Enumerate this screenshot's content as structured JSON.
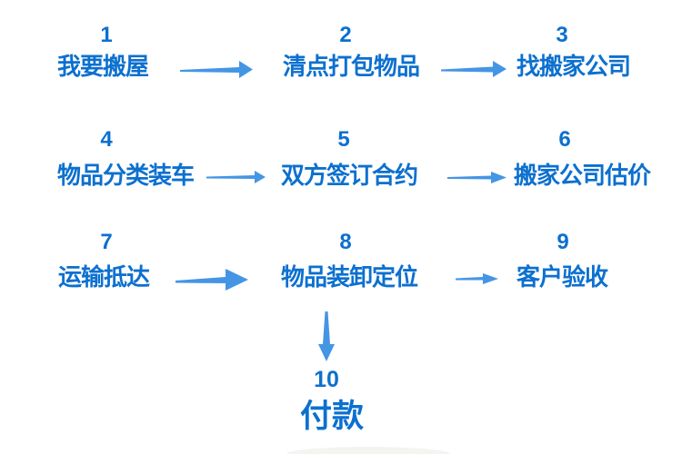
{
  "page": {
    "type": "flowchart",
    "topic": "house-moving process",
    "language": "zh",
    "background": "#FFFFFF"
  },
  "colors": {
    "step_text": "#0C70CF",
    "arrow": "#4595E5"
  },
  "steps": [
    {
      "num": "1",
      "label": "我要搬屋"
    },
    {
      "num": "2",
      "label": "清点打包物品"
    },
    {
      "num": "3",
      "label": "找搬家公司"
    },
    {
      "num": "4",
      "label": "物品分类装车"
    },
    {
      "num": "5",
      "label": "双方签订合约"
    },
    {
      "num": "6",
      "label": "搬家公司估价"
    },
    {
      "num": "7",
      "label": "运输抵达"
    },
    {
      "num": "8",
      "label": "物品装卸定位"
    },
    {
      "num": "9",
      "label": "客户验收"
    },
    {
      "num": "10",
      "label": "付款"
    }
  ],
  "connections": [
    {
      "from": "我要搬屋",
      "to": "清点打包物品",
      "direction": "right"
    },
    {
      "from": "清点打包物品",
      "to": "找搬家公司",
      "direction": "right"
    },
    {
      "from": "物品分类装车",
      "to": "双方签订合约",
      "direction": "right"
    },
    {
      "from": "双方签订合约",
      "to": "搬家公司估价",
      "direction": "right"
    },
    {
      "from": "运输抵达",
      "to": "物品装卸定位",
      "direction": "right"
    },
    {
      "from": "物品装卸定位",
      "to": "客户验收",
      "direction": "right"
    },
    {
      "from": "物品装卸定位",
      "to": "付款",
      "direction": "down"
    }
  ]
}
